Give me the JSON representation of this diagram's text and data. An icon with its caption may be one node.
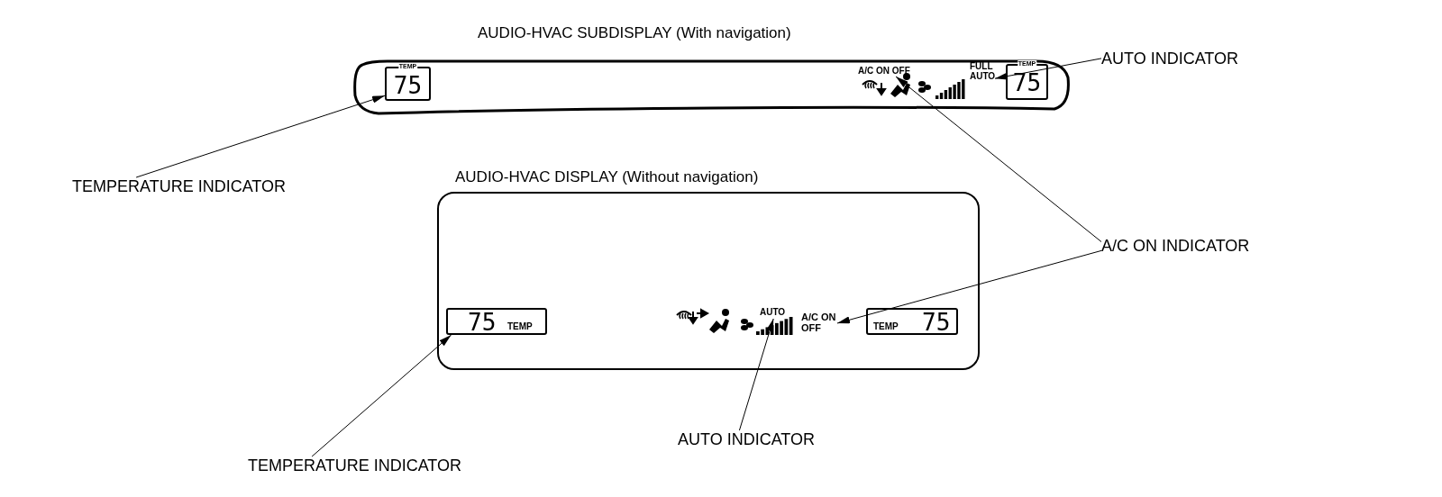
{
  "diagram": {
    "nodes": [
      {
        "text": [
          "AUDIO-HVAC SUBDISPLAY (With navigation)"
        ]
      },
      {
        "text": [
          "TEMP",
          "75"
        ],
        "in": 0
      },
      {
        "text": [
          "A/C ON OFF"
        ],
        "in": 0
      },
      {
        "text": [
          "FULL AUTO"
        ],
        "in": 0
      },
      {
        "text": [
          "TEMP",
          "75"
        ],
        "in": 0
      },
      {
        "text": [
          "AUDIO-HVAC DISPLAY (Without navigation)"
        ]
      },
      {
        "text": [
          "75",
          "TEMP"
        ],
        "in": 5
      },
      {
        "text": [
          "AUTO"
        ],
        "in": 5
      },
      {
        "text": [
          "A/C ON OFF"
        ],
        "in": 5
      },
      {
        "text": [
          "TEMP",
          "75"
        ],
        "in": 5
      },
      {
        "text": [
          "TEMPERATURE INDICATOR"
        ]
      },
      {
        "text": [
          "AUTO INDICATOR"
        ]
      },
      {
        "text": [
          "A/C ON INDICATOR"
        ]
      },
      {
        "text": [
          "TEMPERATURE INDICATOR"
        ]
      },
      {
        "text": [
          "AUTO INDICATOR"
        ]
      }
    ],
    "edges": [
      {
        "from": 10,
        "to": 1,
        "arrow": "to"
      },
      {
        "from": 11,
        "to": 3,
        "arrow": "to"
      },
      {
        "from": 12,
        "to": 2,
        "arrow": "to"
      },
      {
        "from": 12,
        "to": 8,
        "arrow": "to"
      },
      {
        "from": 13,
        "to": 6,
        "arrow": "to"
      },
      {
        "from": 14,
        "to": 7,
        "arrow": "to"
      }
    ]
  }
}
